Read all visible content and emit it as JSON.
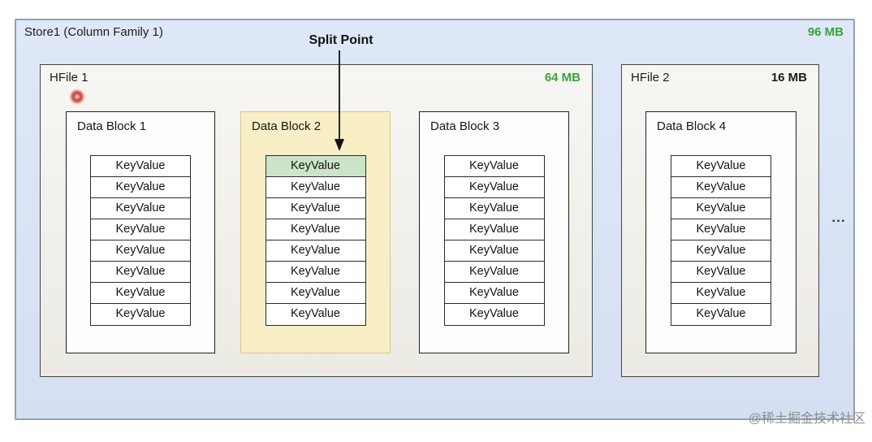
{
  "store": {
    "title": "Store1 (Column Family 1)",
    "size": "96 MB"
  },
  "split_point": {
    "label": "Split Point"
  },
  "hfiles": [
    {
      "name": "HFile 1",
      "size": "64 MB"
    },
    {
      "name": "HFile 2",
      "size": "16 MB"
    }
  ],
  "blocks": [
    {
      "title": "Data Block 1",
      "rows": [
        "KeyValue",
        "KeyValue",
        "KeyValue",
        "KeyValue",
        "KeyValue",
        "KeyValue",
        "KeyValue",
        "KeyValue"
      ]
    },
    {
      "title": "Data Block 2",
      "rows": [
        "KeyValue",
        "KeyValue",
        "KeyValue",
        "KeyValue",
        "KeyValue",
        "KeyValue",
        "KeyValue",
        "KeyValue"
      ]
    },
    {
      "title": "Data Block 3",
      "rows": [
        "KeyValue",
        "KeyValue",
        "KeyValue",
        "KeyValue",
        "KeyValue",
        "KeyValue",
        "KeyValue",
        "KeyValue"
      ]
    },
    {
      "title": "Data Block 4",
      "rows": [
        "KeyValue",
        "KeyValue",
        "KeyValue",
        "KeyValue",
        "KeyValue",
        "KeyValue",
        "KeyValue",
        "KeyValue"
      ]
    }
  ],
  "ellipsis": "...",
  "watermark": "@稀土掘金技术社区",
  "colors": {
    "store_bg": "#d9e3f5",
    "store_border": "#8fa0bc",
    "hfile_bg": "#f2f1ec",
    "split_block_bg": "#f9efc6",
    "split_block_border": "#d8c88e",
    "split_row_bg": "#cce4c8",
    "size_highlight_green": "#3aa23a",
    "marker_red": "#cb423c"
  }
}
